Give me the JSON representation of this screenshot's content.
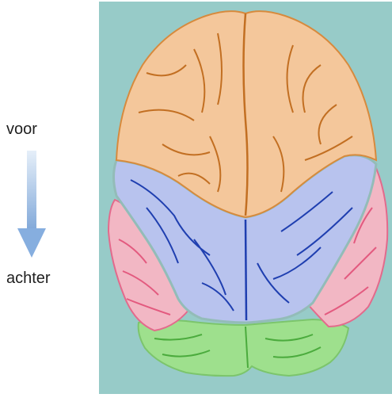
{
  "labels": {
    "front": "voor",
    "back": "achter"
  },
  "colors": {
    "background_panel": "#97cbc8",
    "frontal_lobe": "#f4c79b",
    "parietal_lobe": "#b8c3ee",
    "temporal_lobe": "#f2b7c4",
    "occipital_lobe": "#9ee08d",
    "arrow": "#a9c5e8"
  },
  "icons": {
    "arrow": "down-arrow-icon",
    "brain": "brain-top-view"
  }
}
